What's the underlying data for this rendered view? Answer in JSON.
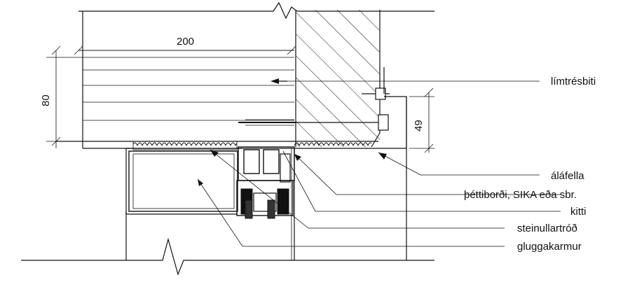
{
  "dimensions": {
    "width_top": "200",
    "height_left": "80",
    "height_right": "49"
  },
  "labels": {
    "glulam_beam": "límtrésbiti",
    "aluminium_flashing": "áláfella",
    "sealing_tape": "þéttiborði, SIKA eða sbr.",
    "sealant": "kitti",
    "mineral_wool": "steinullartróð",
    "window_frame": "gluggakarmur"
  },
  "colors": {
    "ink": "#111111",
    "background": "#ffffff"
  }
}
